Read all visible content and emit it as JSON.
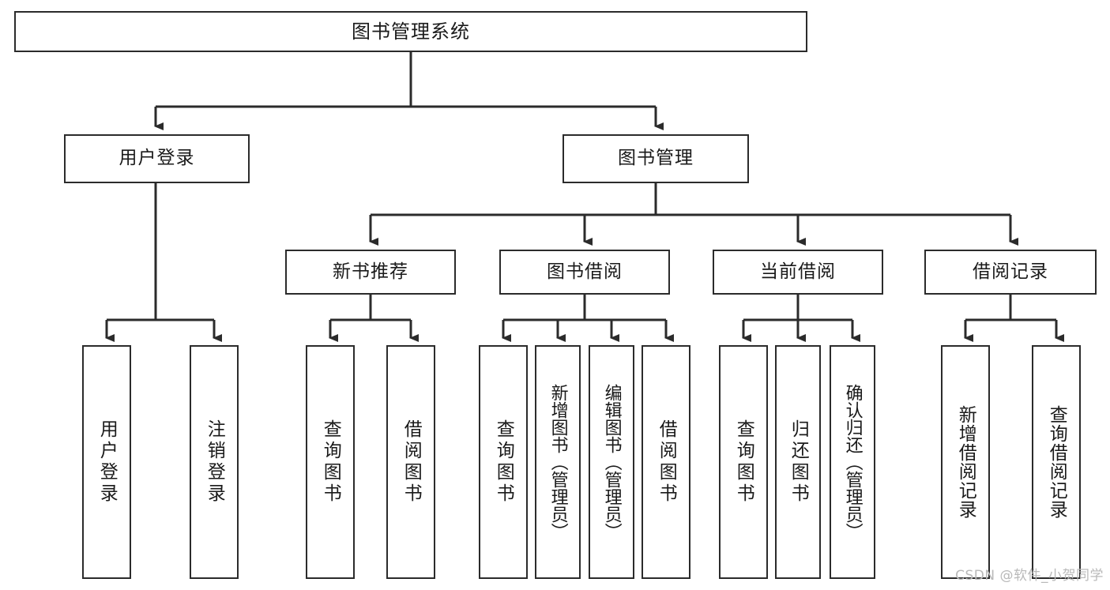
{
  "diagram": {
    "title": "图书管理系统",
    "type": "tree-hierarchy-chart",
    "root": {
      "id": "root",
      "label": "图书管理系统"
    },
    "level2": [
      {
        "id": "user-login",
        "label": "用户登录"
      },
      {
        "id": "book-management",
        "label": "图书管理"
      }
    ],
    "level3": [
      {
        "id": "new-book-recommend",
        "label": "新书推荐",
        "parent": "book-management"
      },
      {
        "id": "book-borrow",
        "label": "图书借阅",
        "parent": "book-management"
      },
      {
        "id": "current-borrow",
        "label": "当前借阅",
        "parent": "book-management"
      },
      {
        "id": "borrow-record",
        "label": "借阅记录",
        "parent": "book-management"
      }
    ],
    "leaves": [
      {
        "id": "leaf-user-login",
        "label": "用户登录",
        "parent": "user-login"
      },
      {
        "id": "leaf-logout-login",
        "label": "注销登录",
        "parent": "user-login"
      },
      {
        "id": "leaf-query-book-1",
        "label": "查询图书",
        "parent": "new-book-recommend"
      },
      {
        "id": "leaf-borrow-book-1",
        "label": "借阅图书",
        "parent": "new-book-recommend"
      },
      {
        "id": "leaf-query-book-2",
        "label": "查询图书",
        "parent": "book-borrow"
      },
      {
        "id": "leaf-add-book",
        "label": "新增图书（管理员）",
        "parent": "book-borrow"
      },
      {
        "id": "leaf-edit-book",
        "label": "编辑图书（管理员）",
        "parent": "book-borrow"
      },
      {
        "id": "leaf-borrow-book-2",
        "label": "借阅图书",
        "parent": "book-borrow"
      },
      {
        "id": "leaf-query-book-3",
        "label": "查询图书",
        "parent": "current-borrow"
      },
      {
        "id": "leaf-return-book",
        "label": "归还图书",
        "parent": "current-borrow"
      },
      {
        "id": "leaf-confirm-return",
        "label": "确认归还（管理员）",
        "parent": "current-borrow"
      },
      {
        "id": "leaf-add-record",
        "label": "新增借阅记录",
        "parent": "borrow-record"
      },
      {
        "id": "leaf-query-record",
        "label": "查询借阅记录",
        "parent": "borrow-record"
      }
    ],
    "colors": {
      "stroke": "#2b2b2b",
      "fill": "#ffffff",
      "text": "#1a1a1a",
      "watermark": "#b9b9b9"
    }
  },
  "watermark": {
    "text": "CSDN @软件_小贺同学"
  }
}
